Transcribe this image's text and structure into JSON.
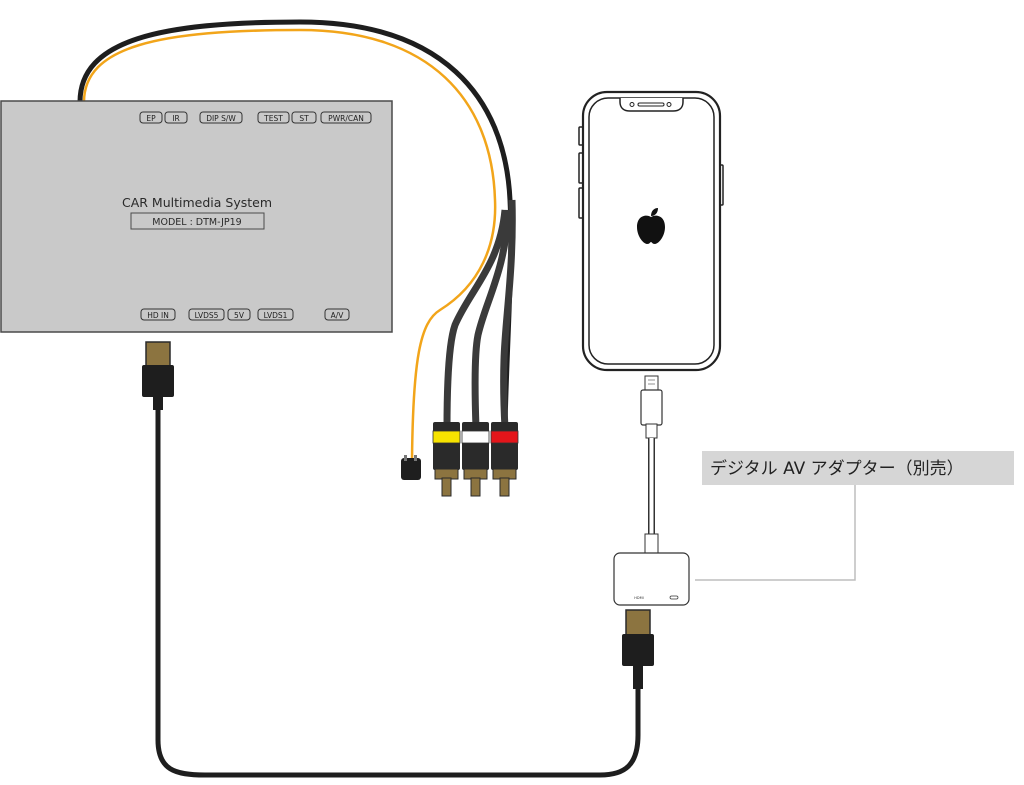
{
  "device": {
    "title": "CAR Multimedia System",
    "model": "MODEL : DTM-JP19",
    "top_ports": [
      "EP",
      "IR",
      "DIP S/W",
      "TEST",
      "ST",
      "PWR/CAN"
    ],
    "bottom_ports": [
      "HD IN",
      "LVDS5",
      "5V",
      "LVDS1",
      "A/V"
    ]
  },
  "adapter": {
    "callout": "デジタル AV アダプター（別売）",
    "hdmi_label": "HDMI"
  },
  "phone": {
    "logo": "apple-logo-icon"
  },
  "colors": {
    "device_fill": "#c9c9c9",
    "device_stroke": "#4a4a4a",
    "cable_black": "#1e1e1e",
    "wire_orange": "#f2a51a",
    "rca_yellow": "#f7e300",
    "rca_white": "#ffffff",
    "rca_red": "#e4151a",
    "connector_gold": "#8c7440",
    "callout_bg": "#d6d6d6"
  }
}
